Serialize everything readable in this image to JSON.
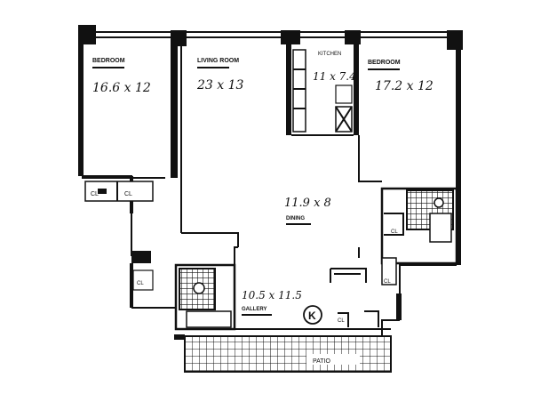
{
  "rooms": {
    "bedroom_left": {
      "name": "BEDROOM",
      "dims": "16.6 x 12"
    },
    "living_room": {
      "name": "LIVING ROOM",
      "dims": "23 x 13"
    },
    "kitchen": {
      "name": "KITCHEN",
      "dims": "11 x 7.4"
    },
    "bedroom_right": {
      "name": "BEDROOM",
      "dims": "17.2 x 12"
    },
    "dining": {
      "name": "DINING",
      "dims": "11.9 x 8"
    },
    "gallery": {
      "name": "GALLERY",
      "dims": "10.5 x 11.5"
    }
  },
  "closet_label": "CL",
  "entrance_symbol": "K",
  "colors": {
    "ink": "#111111",
    "paper": "#ffffff"
  }
}
